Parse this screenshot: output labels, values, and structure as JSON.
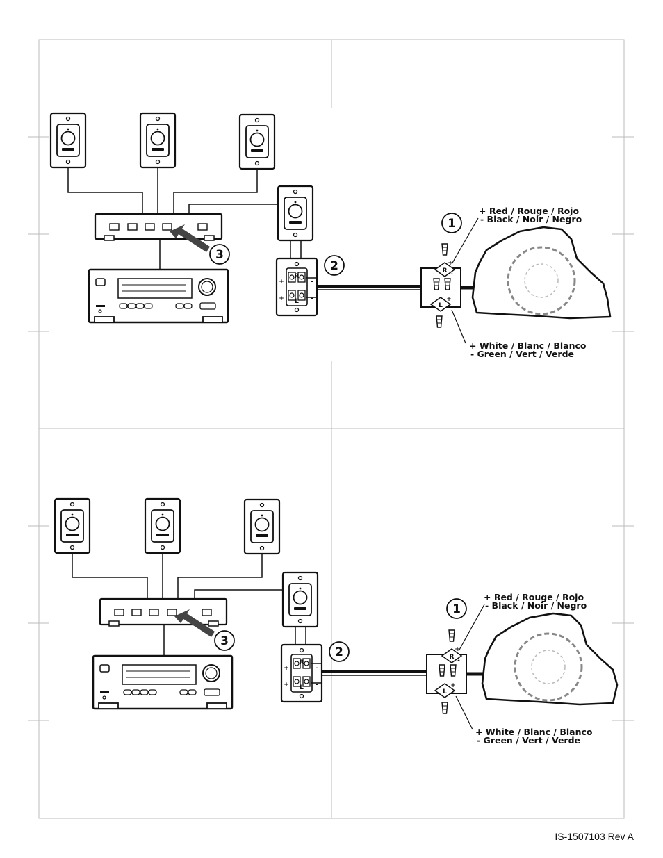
{
  "document_id": "IS-1507103 Rev A",
  "panels": [
    {
      "callouts": [
        "1",
        "2",
        "3"
      ],
      "right_label": {
        "plus": "+ Red / Rouge / Rojo",
        "minus": "- Black / Noir / Negro"
      },
      "left_label": {
        "plus": "+ White / Blanc / Blanco",
        "minus": "- Green / Vert / Verde"
      },
      "junction_letters": [
        "R",
        "L"
      ],
      "plate_letters": [
        "R",
        "L"
      ],
      "polarity": [
        "+",
        "-"
      ]
    },
    {
      "callouts": [
        "1",
        "2",
        "3"
      ],
      "right_label": {
        "plus": "+ Red / Rouge / Rojo",
        "minus": "- Black / Noir / Negro"
      },
      "left_label": {
        "plus": "+ White / Blanc / Blanco",
        "minus": "- Green / Vert / Verde"
      },
      "junction_letters": [
        "R",
        "L"
      ],
      "plate_letters": [
        "R",
        "L"
      ],
      "polarity": [
        "+",
        "-"
      ]
    }
  ],
  "colors": {
    "line": "#111111",
    "arrow": "#444444",
    "dashed_speaker": "#888888",
    "frame": "#bbbbbb"
  }
}
